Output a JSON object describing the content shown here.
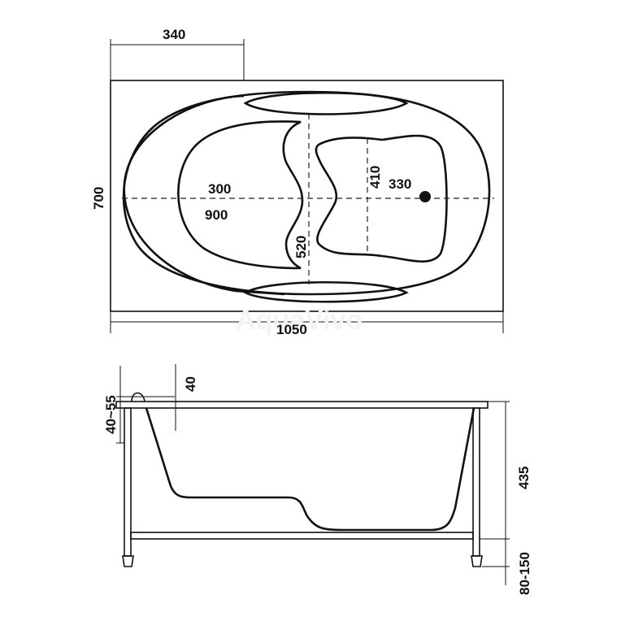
{
  "top_view": {
    "dim_top_offset": "340",
    "dim_height": "700",
    "dim_inner_length": "300",
    "dim_seat_length": "900",
    "dim_backrest_depth": "410",
    "dim_drain_offset": "330",
    "dim_inner_width": "520",
    "dim_total_length": "1050",
    "watermark": "AquaVivo"
  },
  "side_view": {
    "dim_rim_height": "40~55",
    "dim_rim_thickness": "40",
    "dim_depth": "435",
    "dim_leg_height": "80-150"
  },
  "colors": {
    "line": "#111111",
    "background": "#ffffff",
    "drain": "#111111"
  }
}
